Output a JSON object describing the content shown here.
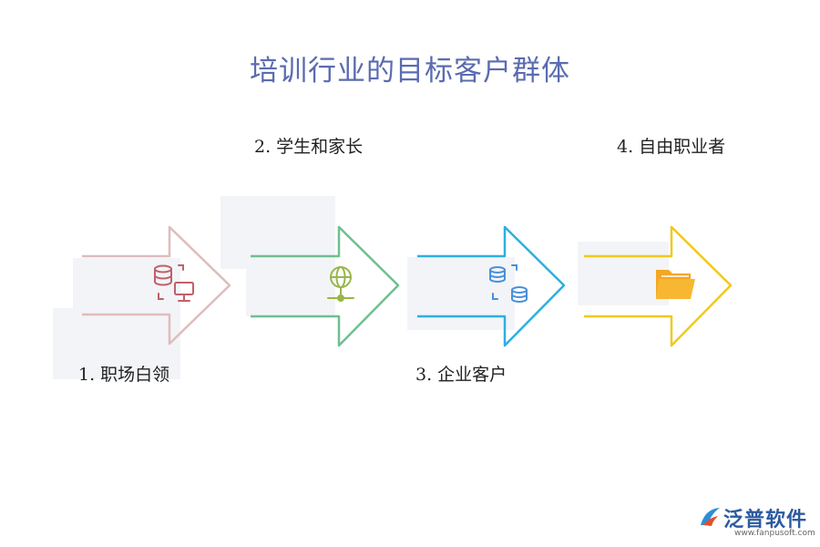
{
  "title": "培训行业的目标客户群体",
  "items": [
    {
      "label": "1.  职场白领",
      "color": "#dfbcbc",
      "icon": "database-computer-icon",
      "icon_color": "#c0606a"
    },
    {
      "label": "2.    学生和家长",
      "color": "#6fbf90",
      "icon": "globe-network-icon",
      "icon_color": "#9ab54a"
    },
    {
      "label": "3.   企业客户",
      "color": "#2cb0e0",
      "icon": "database-sync-icon",
      "icon_color": "#4a90d9"
    },
    {
      "label": "4. 自由职业者",
      "color": "#f2c81a",
      "icon": "folder-icon",
      "icon_color": "#f5a623"
    }
  ],
  "logo": {
    "name": "泛普软件",
    "url": "www.fanpusoft.com"
  }
}
